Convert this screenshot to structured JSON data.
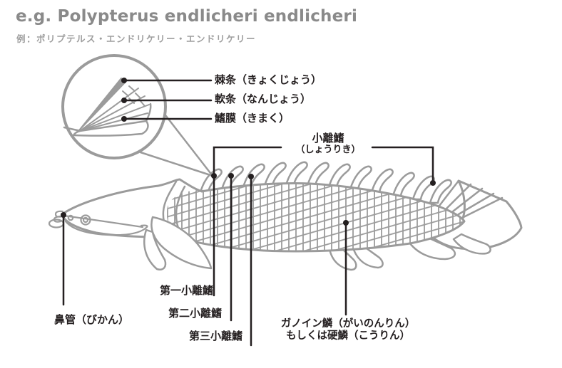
{
  "header": {
    "title": "e.g. Polypterus endlicheri endlicheri",
    "subtitle": "例：ポリプテルス・エンドリケリー・エンドリケリー"
  },
  "labels": {
    "spiny_ray": "棘条（きょくじょう）",
    "soft_ray": "軟条（なんじょう）",
    "fin_membrane": "鰭膜（きまく）",
    "finlets": "小離鰭",
    "finlets_reading": "（しょうりき）",
    "first_finlet": "第一小離鰭",
    "second_finlet": "第二小離鰭",
    "third_finlet": "第三小離鰭",
    "ganoine_scale_line1": "ガノイン鱗（がいのんりん）",
    "ganoine_scale_line2": "もしくは硬鱗（こうりん）",
    "nasal_tube": "鼻管（びかん）"
  },
  "colors": {
    "illustration_gray": "#9b9b9b",
    "title_gray": "#8a8a8a",
    "subtitle_gray": "#9e9e9e",
    "callout_black": "#241f20",
    "background": "#ffffff"
  }
}
